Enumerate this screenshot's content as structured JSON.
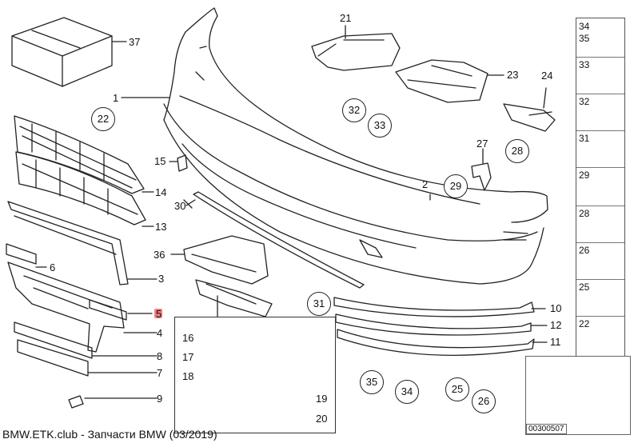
{
  "callouts": {
    "c1": "1",
    "c2": "2",
    "c3": "3",
    "c4": "4",
    "c5": "5",
    "c6": "6",
    "c7": "7",
    "c8": "8",
    "c9": "9",
    "c10": "10",
    "c11": "11",
    "c12": "12",
    "c13": "13",
    "c14": "14",
    "c15": "15",
    "c16": "16",
    "c17": "17",
    "c18": "18",
    "c19": "19",
    "c20": "20",
    "c21": "21",
    "c23": "23",
    "c24": "24",
    "c27": "27",
    "c30": "30",
    "c36": "36",
    "c37": "37"
  },
  "circled": {
    "k22": "22",
    "k28": "28",
    "k29": "29",
    "k31": "31",
    "k32": "32",
    "k33": "33",
    "k34": "34",
    "k35": "35",
    "k25": "25",
    "k26": "26"
  },
  "legend": {
    "r1a": "34",
    "r1b": "35",
    "r2": "33",
    "r3": "32",
    "r4": "31",
    "r5": "29",
    "r6": "28",
    "r7": "26",
    "r8": "25",
    "r9": "22"
  },
  "catalog_code": "00300507",
  "footer": "BMW.ETK.club - Запчасти BMW (03/2019)"
}
